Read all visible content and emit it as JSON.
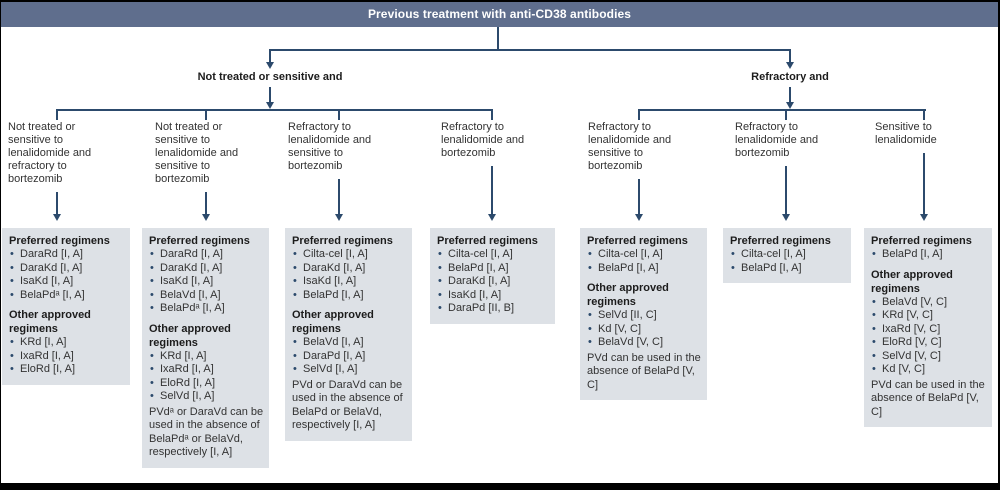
{
  "root": {
    "label": "Previous treatment with anti-CD38 antibodies"
  },
  "level1": [
    {
      "label": "Not treated or sensitive and"
    },
    {
      "label": "Refractory and"
    }
  ],
  "branches": [
    {
      "condition": "Not treated or sensitive to lenalidomide and refractory to bortezomib",
      "sections": [
        {
          "heading": "Preferred regimens",
          "items": [
            "DaraRd [I, A]",
            "DaraKd [I, A]",
            "IsaKd [I, A]",
            "BelaPdᵃ [I, A]"
          ]
        },
        {
          "heading": "Other approved regimens",
          "items": [
            "KRd [I, A]",
            "IxaRd [I, A]",
            "EloRd [I, A]"
          ]
        }
      ]
    },
    {
      "condition": "Not treated or sensitive to lenalidomide and sensitive to bortezomib",
      "sections": [
        {
          "heading": "Preferred regimens",
          "items": [
            "DaraRd [I, A]",
            "DaraKd [I, A]",
            "IsaKd [I, A]",
            "BelaVd [I, A]",
            "BelaPdᵃ [I, A]"
          ]
        },
        {
          "heading": "Other approved regimens",
          "items": [
            "KRd [I, A]",
            "IxaRd [I, A]",
            "EloRd [I, A]",
            "SelVd [I, A]"
          ]
        }
      ],
      "note": "PVdᵃ or DaraVd can be used in the absence of BelaPdᵃ or BelaVd, respectively [I, A]"
    },
    {
      "condition": "Refractory to lenalidomide and sensitive to bortezomib",
      "sections": [
        {
          "heading": "Preferred regimens",
          "items": [
            "Cilta-cel [I, A]",
            "DaraKd [I, A]",
            "IsaKd [I, A]",
            "BelaPd [I, A]"
          ]
        },
        {
          "heading": "Other approved regimens",
          "items": [
            "BelaVd [I, A]",
            "DaraPd [I, A]",
            "SelVd [I, A]"
          ]
        }
      ],
      "note": "PVd or DaraVd can be used in the absence of BelaPd or BelaVd, respectively [I, A]"
    },
    {
      "condition": "Refractory to lenalidomide and bortezomib",
      "sections": [
        {
          "heading": "Preferred regimens",
          "items": [
            "Cilta-cel [I, A]",
            "BelaPd [I, A]",
            "DaraKd [I, A]",
            "IsaKd [I, A]",
            "DaraPd [II, B]"
          ]
        }
      ]
    },
    {
      "condition": "Refractory to lenalidomide and sensitive to bortezomib",
      "sections": [
        {
          "heading": "Preferred regimens",
          "items": [
            "Cilta-cel [I, A]",
            "BelaPd [I, A]"
          ]
        },
        {
          "heading": "Other approved regimens",
          "items": [
            "SelVd [II, C]",
            "Kd [V, C]",
            "BelaVd [V, C]"
          ]
        }
      ],
      "note": "PVd can be used in the absence of BelaPd [V, C]"
    },
    {
      "condition": "Refractory to lenalidomide and bortezomib",
      "sections": [
        {
          "heading": "Preferred regimens",
          "items": [
            "Cilta-cel [I, A]",
            "BelaPd [I, A]"
          ]
        }
      ]
    },
    {
      "condition": "Sensitive to lenalidomide",
      "sections": [
        {
          "heading": "Preferred regimens",
          "items": [
            "BelaPd [I, A]"
          ]
        },
        {
          "heading": "Other approved regimens",
          "items": [
            "BelaVd [V, C]",
            "KRd [V, C]",
            "IxaRd [V, C]",
            "EloRd [V, C]",
            "SelVd [V, C]",
            "Kd [V, C]"
          ]
        }
      ],
      "note": "PVd can be used in the absence of BelaPd [V, C]"
    }
  ],
  "colors": {
    "header_bg": "#5f6e8d",
    "header_text": "#ffffff",
    "line": "#2c4a6c",
    "box_bg": "#dde1e6",
    "text_dark": "#1c1c1c",
    "text_body": "#333333"
  }
}
